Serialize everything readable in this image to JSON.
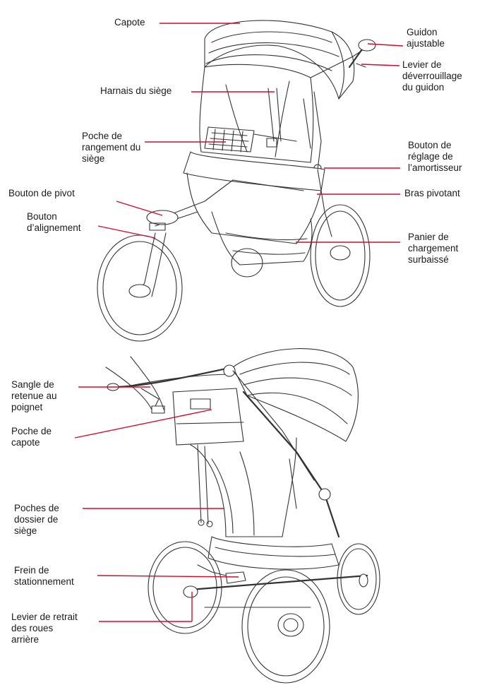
{
  "colors": {
    "accent": "#c8102e",
    "line": "#333333"
  },
  "labels": {
    "capote": "Capote",
    "guidon": "Guidon\najustable",
    "levier_guidon": "Levier de\ndéverrouillage\ndu guidon",
    "harnais": "Harnais du siège",
    "poche_rangement": "Poche de\nrangement du\nsiège",
    "bouton_amortisseur": "Bouton de\nréglage de\nl’amortisseur",
    "bouton_pivot": "Bouton de pivot",
    "bras_pivotant": "Bras pivotant",
    "bouton_alignement": "Bouton\nd’alignement",
    "panier": "Panier de\nchargement\nsurbaissé",
    "sangle": "Sangle de\nretenue au\npoignet",
    "poche_capote": "Poche de\ncapote",
    "poches_dossier": "Poches de\ndossier de\nsiège",
    "frein": "Frein de\nstationnement",
    "levier_roues": "Levier de retrait\ndes roues\narrière"
  }
}
